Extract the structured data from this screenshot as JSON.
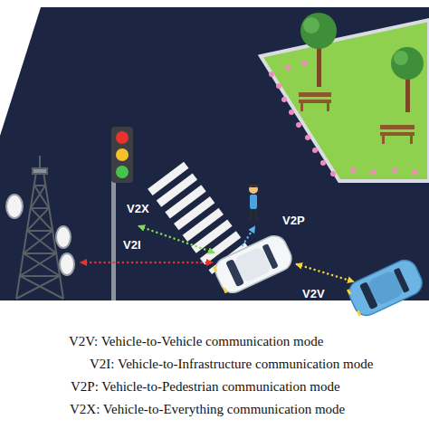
{
  "diagram": {
    "labels": [
      "V2X",
      "V2I",
      "V2P",
      "V2V",
      "V2V: Vehicle-to-Vehicle communication mode",
      "V2I: Vehicle-to-Infrastructure communication mode",
      "V2P: Vehicle-to-Pedestrian communication mode",
      "V2X: Vehicle-to-Everything communication mode"
    ]
  }
}
